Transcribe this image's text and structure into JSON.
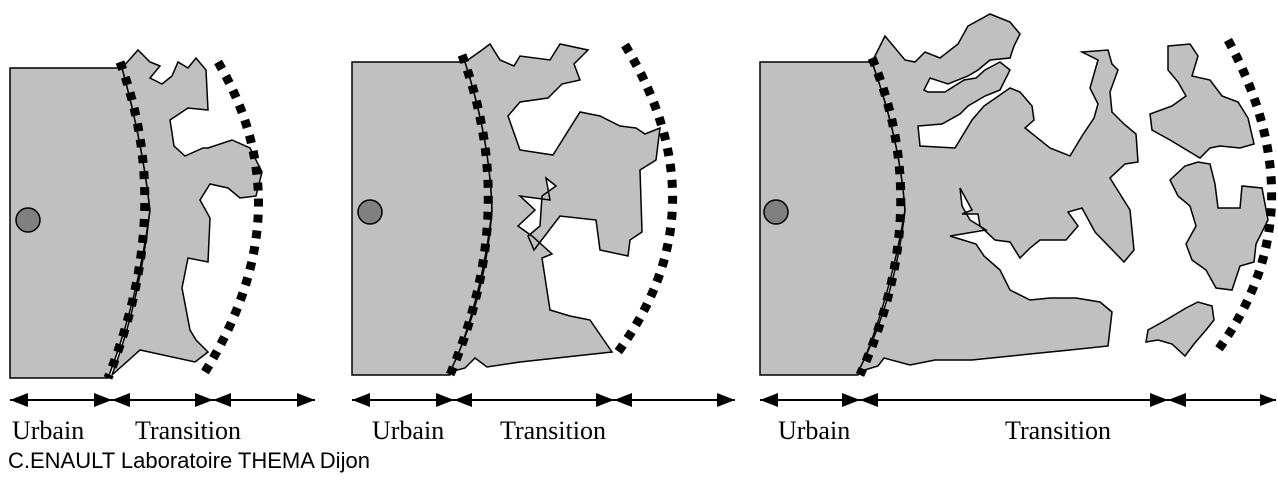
{
  "panels": [
    {
      "zones": [
        {
          "label": "Urbain"
        },
        {
          "label": "Transition"
        }
      ]
    },
    {
      "zones": [
        {
          "label": "Urbain"
        },
        {
          "label": "Transition"
        }
      ]
    },
    {
      "zones": [
        {
          "label": "Urbain"
        },
        {
          "label": "Transition"
        }
      ]
    }
  ],
  "credit": "C.ENAULT Laboratoire THEMA Dijon",
  "colors": {
    "urban_fill": "#c0c0c0",
    "center_fill": "#808080",
    "stroke": "#000000"
  }
}
